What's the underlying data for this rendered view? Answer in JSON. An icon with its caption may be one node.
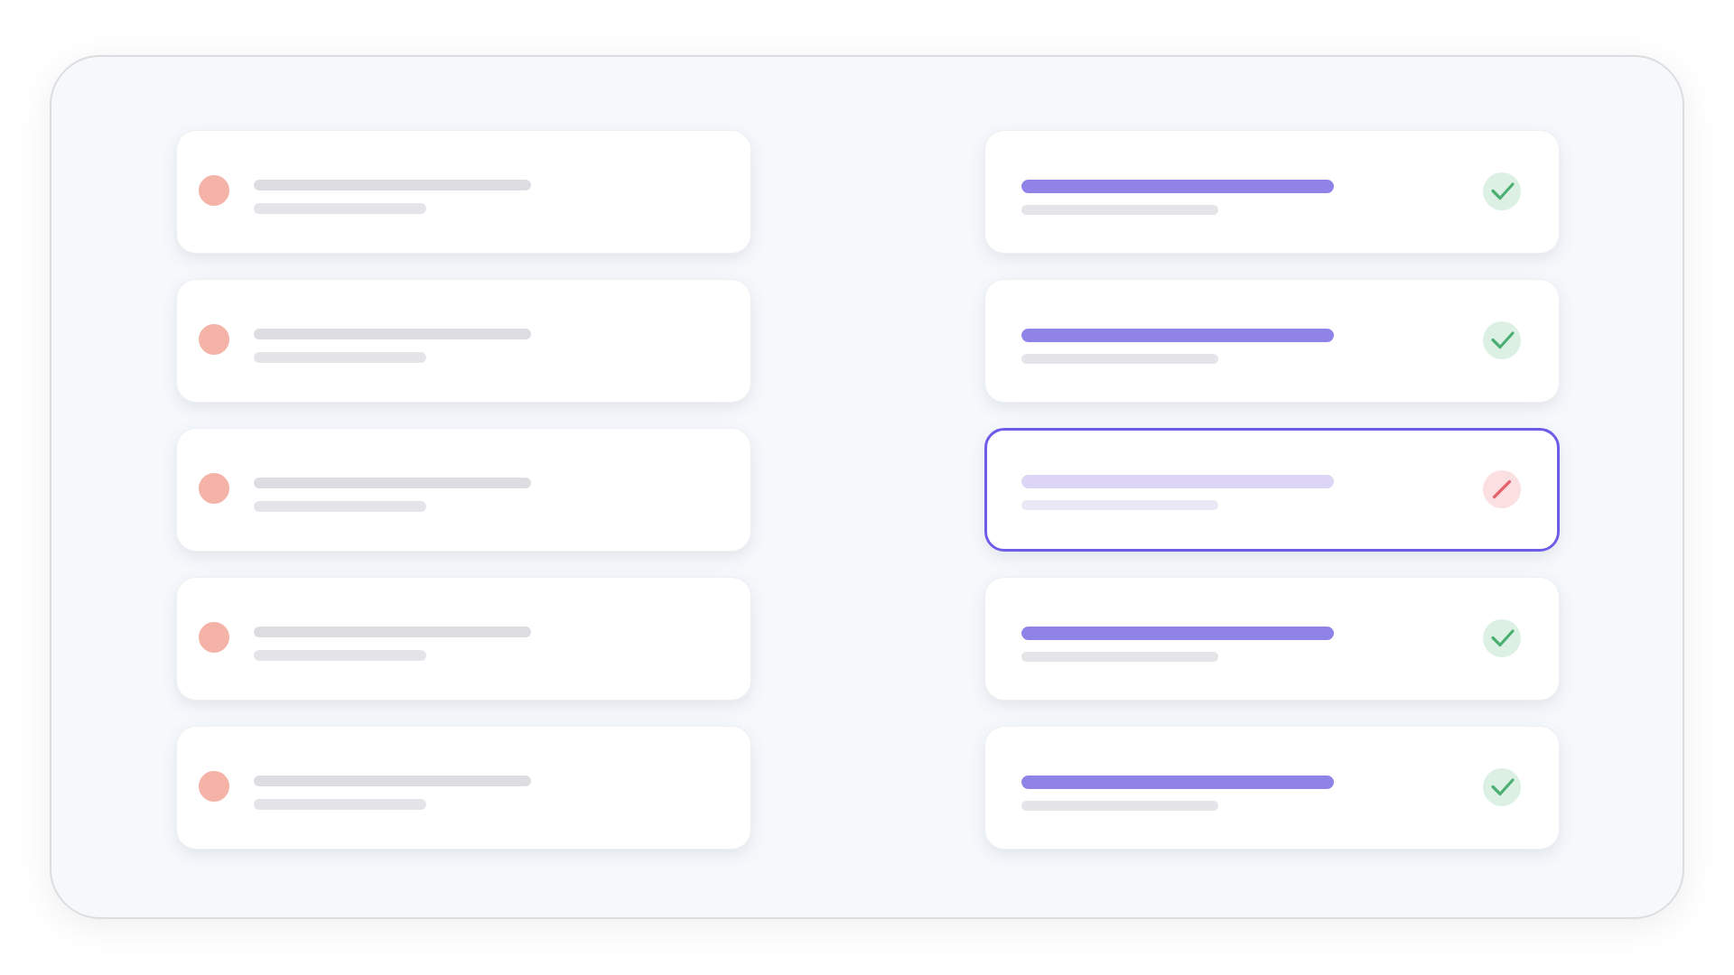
{
  "diagram": {
    "nodes": [
      {
        "text": [],
        "shape": "box"
      },
      {
        "text": [],
        "shape": "box",
        "in": 0
      },
      {
        "text": [],
        "shape": "box",
        "in": 0
      },
      {
        "text": [],
        "shape": "box",
        "in": 0
      },
      {
        "text": [],
        "shape": "box",
        "in": 0
      },
      {
        "text": [],
        "shape": "box",
        "in": 0
      },
      {
        "text": [],
        "shape": "box",
        "in": 0
      },
      {
        "text": [],
        "shape": "box",
        "in": 0
      },
      {
        "text": [],
        "shape": "box",
        "in": 0
      },
      {
        "text": [],
        "shape": "box",
        "in": 0
      },
      {
        "text": [],
        "shape": "box",
        "in": 0
      }
    ]
  }
}
